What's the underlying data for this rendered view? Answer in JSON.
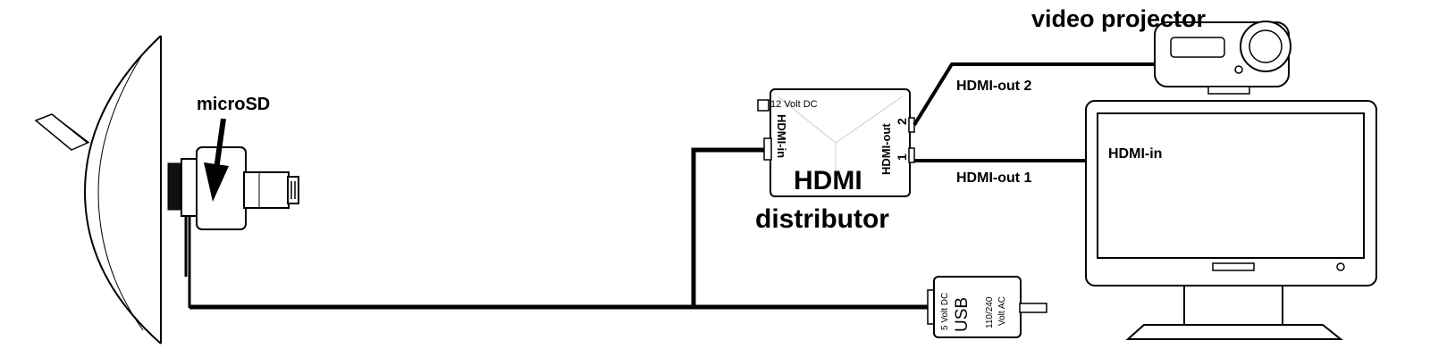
{
  "labels": {
    "microsd": "microSD",
    "video_projector": "video projector",
    "hdmi_out_2": "HDMI-out 2",
    "hdmi_out_1": "HDMI-out 1",
    "hdmi_in": "HDMI-in",
    "distributor": "distributor"
  },
  "distributor_box": {
    "power_label": "12 Volt DC",
    "input_port_label": "HDMI-in",
    "output_port_label": "HDMI-out",
    "port_2": "2",
    "port_1": "1",
    "brand": "HDMI"
  },
  "usb_adapter": {
    "dc_label": "5 Volt DC",
    "usb_label": "USB",
    "ac_label_1": "110/240",
    "ac_label_2": "Volt AC"
  }
}
